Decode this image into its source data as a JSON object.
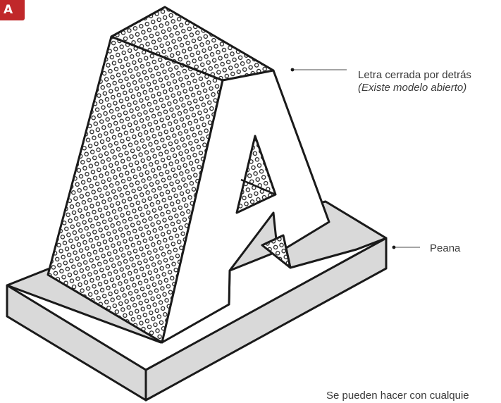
{
  "badge": {
    "letter": "A",
    "color": "#c0282a"
  },
  "labels": {
    "closed_back": "Letra cerrada por detrás",
    "open_model": "(Existe modelo abierto)",
    "base": "Peana",
    "footnote": "Se pueden hacer con cualquie"
  },
  "colors": {
    "outline": "#1a1a1a",
    "base_fill": "#d9d9d9",
    "letter_face": "#ffffff",
    "texture_ring": "#1a1a1a",
    "leader_line": "#6f6f6f"
  }
}
